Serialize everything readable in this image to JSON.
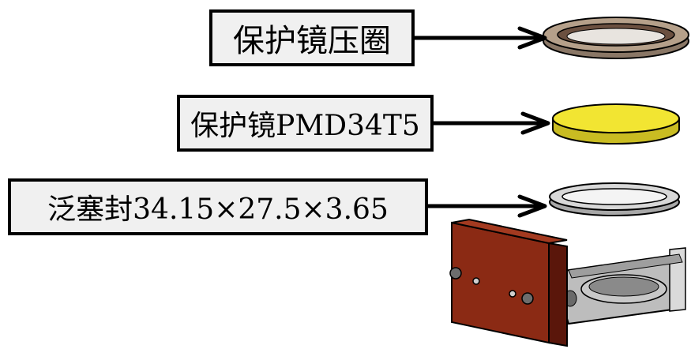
{
  "labels": {
    "cover_ring": "保护镜压圈",
    "lens": "保护镜PMD34T5",
    "seal": "泛塞封34.15×27.5×3.65"
  },
  "colors": {
    "box_fill": "#f0f0f0",
    "lens_yellow": "#f2e532",
    "bracket_red": "#8b2a14",
    "ring_tan": "#b5a08a",
    "seal_grey": "#d8d8d8"
  }
}
